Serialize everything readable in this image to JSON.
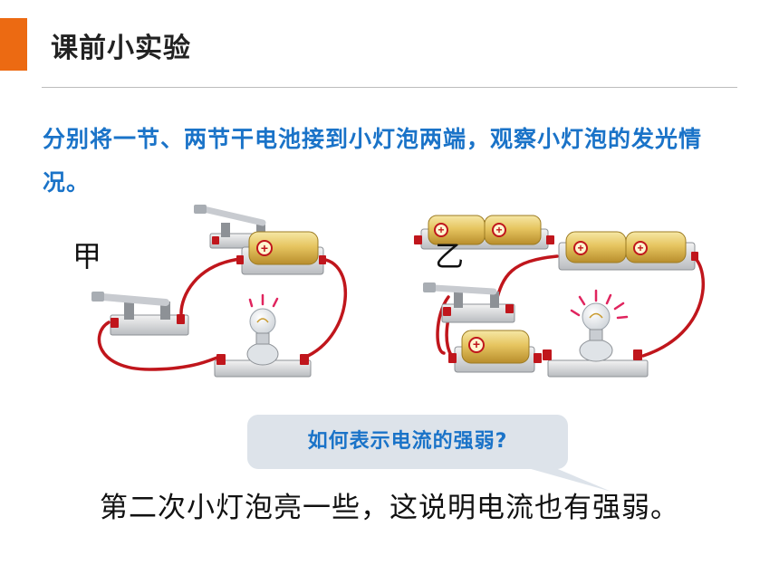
{
  "slide": {
    "title": "课前小实验",
    "instruction": "分别将一节、两节干电池接到小灯泡两端，观察小灯泡的发光情况。",
    "circuit_labels": {
      "first": "甲",
      "second": "乙"
    },
    "battery_mark": "+",
    "question": "如何表示电流的强弱?",
    "conclusion": "第二次小灯泡亮一些，这说明电流也有强弱。"
  },
  "colors": {
    "accent": "#ec6a12",
    "instruction": "#1a73c8",
    "wire": "#c0161c",
    "battery": "#e6c560",
    "bubble": "#dde3ea"
  }
}
